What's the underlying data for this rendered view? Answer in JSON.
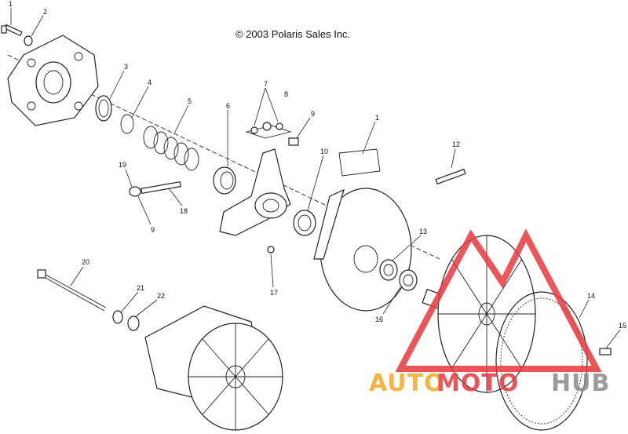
{
  "copyright": "© 2003 Polaris Sales Inc.",
  "callouts": {
    "c1a": "1",
    "c2": "2",
    "c3": "3",
    "c4": "4",
    "c5": "5",
    "c6": "6",
    "c7": "7",
    "c8": "8",
    "c9a": "9",
    "c9b": "9",
    "c10": "10",
    "c1b": "1",
    "c12": "12",
    "c13": "13",
    "c14": "14",
    "c15": "15",
    "c16": "16",
    "c17": "17",
    "c18": "18",
    "c19": "19",
    "c20": "20",
    "c21": "21",
    "c22": "22"
  },
  "watermark": {
    "part1": "AUTO",
    "part2": "MOTO",
    "part3": "HUB",
    "color_orange": "#f5a623",
    "color_red": "#e8383d",
    "color_gray": "#8a8a8a"
  }
}
